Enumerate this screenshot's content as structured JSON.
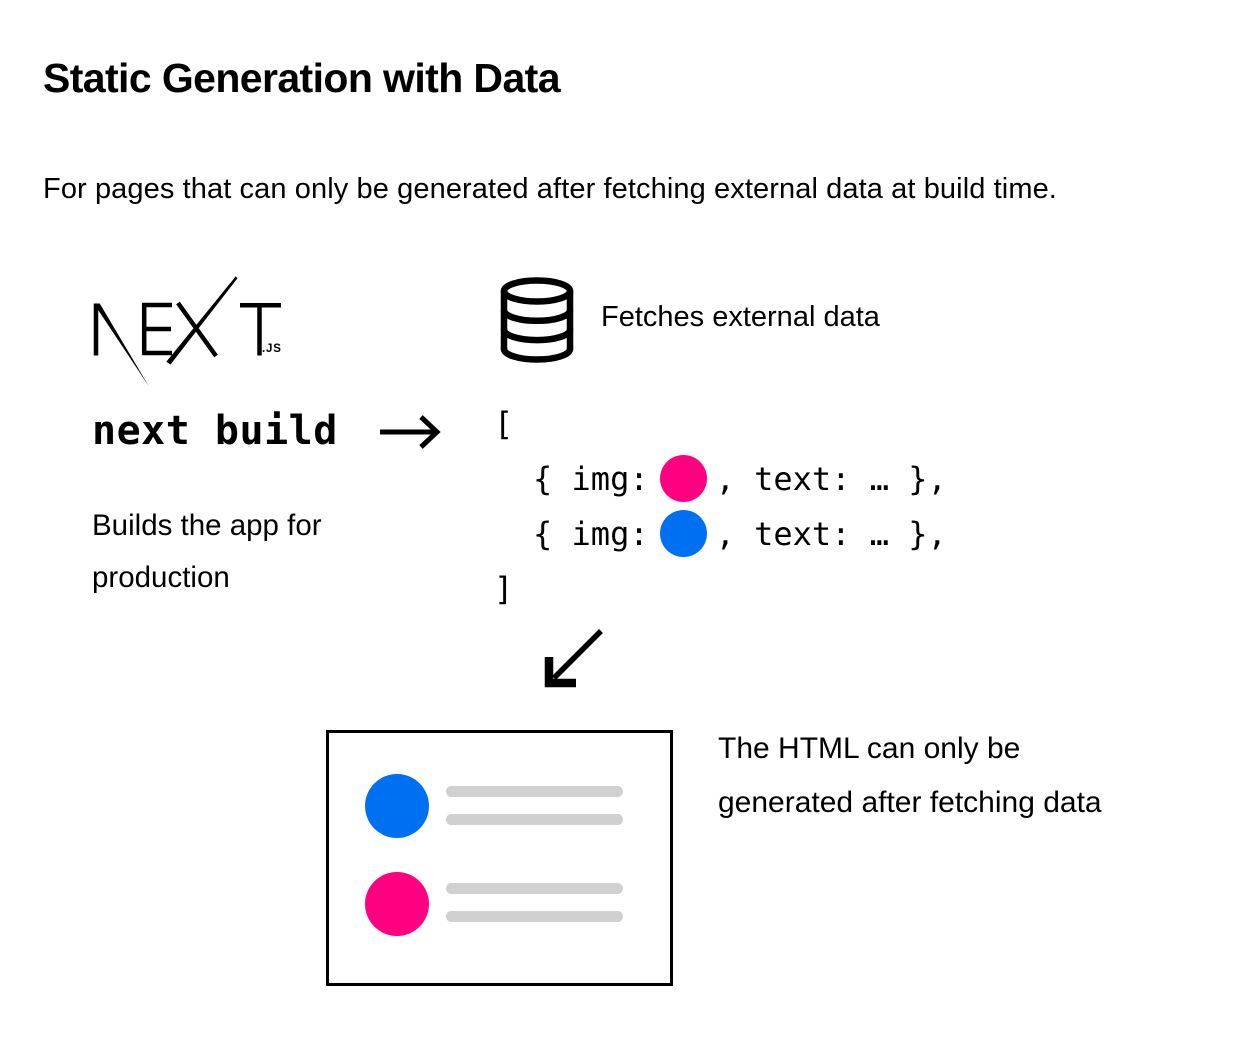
{
  "page": {
    "title": "Static Generation with Data",
    "subtitle": "For pages that can only be generated after fetching external data at build time."
  },
  "colors": {
    "pink": "#ff0080",
    "blue": "#0070f3",
    "placeholder_gray": "#d0d0d0",
    "ink": "#000000"
  },
  "build_section": {
    "logo_text": "NEXT",
    "logo_suffix": ".JS",
    "command": "next build",
    "caption_line1": "Builds the app for",
    "caption_line2": "production"
  },
  "fetch_section": {
    "icon": "database-icon",
    "label": "Fetches external data"
  },
  "code_block": {
    "open_bracket": "[",
    "lines": [
      {
        "prefix": "{ img:",
        "img_color": "#ff0080",
        "suffix": ", text: … },"
      },
      {
        "prefix": "{ img:",
        "img_color": "#0070f3",
        "suffix": ", text: … },"
      }
    ],
    "close_bracket": "]"
  },
  "result_section": {
    "caption_line1": "The HTML can only be",
    "caption_line2": "generated after fetching data",
    "rows": [
      {
        "img_color": "#0070f3"
      },
      {
        "img_color": "#ff0080"
      }
    ]
  }
}
